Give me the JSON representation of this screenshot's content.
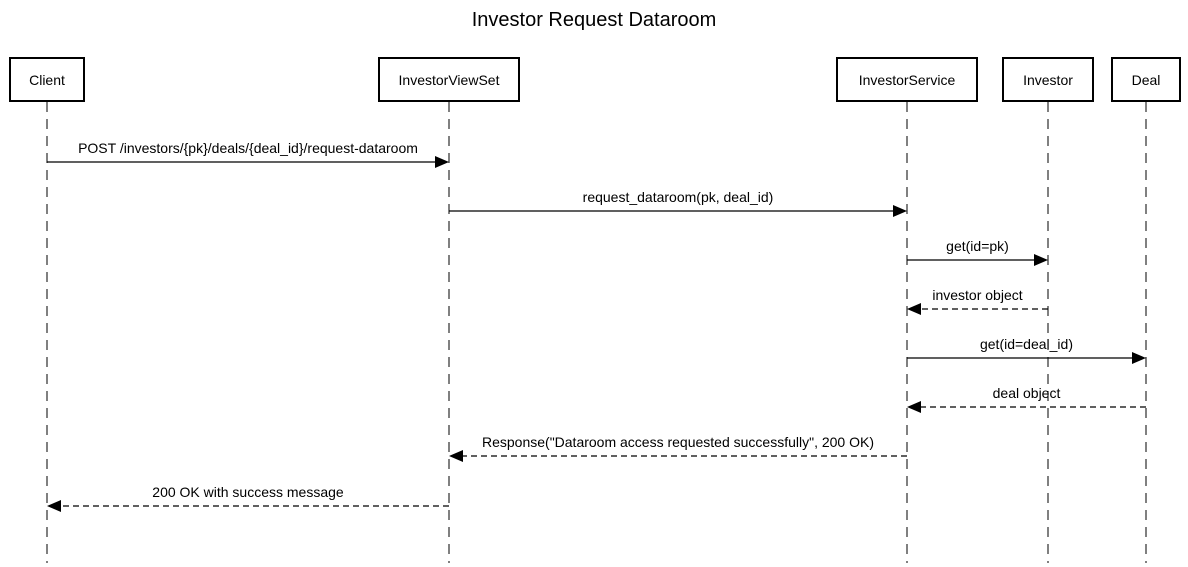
{
  "title": "Investor Request Dataroom",
  "participants": [
    {
      "id": "client",
      "label": "Client"
    },
    {
      "id": "viewset",
      "label": "InvestorViewSet"
    },
    {
      "id": "service",
      "label": "InvestorService"
    },
    {
      "id": "investor",
      "label": "Investor"
    },
    {
      "id": "deal",
      "label": "Deal"
    }
  ],
  "messages": [
    {
      "from": "client",
      "to": "viewset",
      "label": "POST /investors/{pk}/deals/{deal_id}/request-dataroom",
      "style": "solid"
    },
    {
      "from": "viewset",
      "to": "service",
      "label": "request_dataroom(pk, deal_id)",
      "style": "solid"
    },
    {
      "from": "service",
      "to": "investor",
      "label": "get(id=pk)",
      "style": "solid"
    },
    {
      "from": "investor",
      "to": "service",
      "label": "investor object",
      "style": "dashed"
    },
    {
      "from": "service",
      "to": "deal",
      "label": "get(id=deal_id)",
      "style": "solid"
    },
    {
      "from": "deal",
      "to": "service",
      "label": "deal object",
      "style": "dashed"
    },
    {
      "from": "service",
      "to": "viewset",
      "label": "Response(\"Dataroom access requested successfully\", 200 OK)",
      "style": "dashed"
    },
    {
      "from": "viewset",
      "to": "client",
      "label": "200 OK with success message",
      "style": "dashed"
    }
  ]
}
